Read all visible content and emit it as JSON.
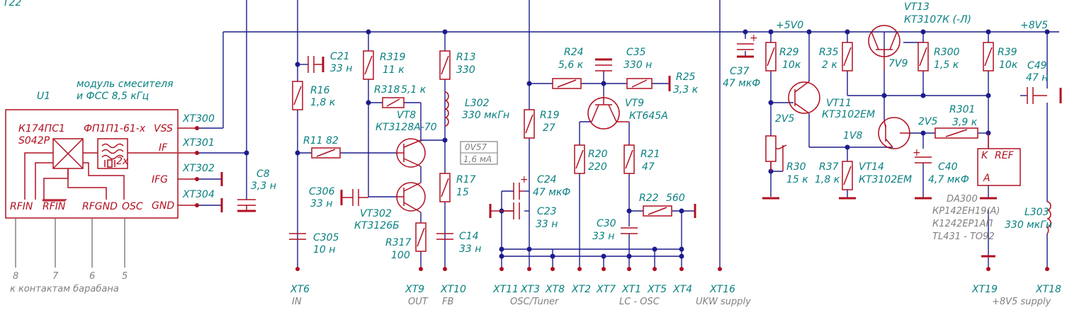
{
  "top_label": "T22",
  "module": {
    "caption_line1": "модуль смесителя",
    "caption_line2": "и ФСС 8,5 кГц",
    "ref": "U1",
    "ic1": "К174ПС1",
    "ic2": "S042P",
    "filter": "ФП1П1-61-х",
    "filter_mult": "2x",
    "pins_right": [
      "VSS",
      "IF",
      "IFG",
      "GND"
    ],
    "pins_bottom": [
      "RFIN",
      "RFIN",
      "RFGND",
      "OSC"
    ],
    "pin_numbers": [
      "8",
      "7",
      "6",
      "5"
    ],
    "drum_label": "к контактам барабана"
  },
  "connectors": [
    {
      "id": "XT300",
      "sub": ""
    },
    {
      "id": "XT301",
      "sub": ""
    },
    {
      "id": "XT302",
      "sub": ""
    },
    {
      "id": "XT304",
      "sub": ""
    },
    {
      "id": "XT6",
      "sub": "IN"
    },
    {
      "id": "XT9",
      "sub": "OUT"
    },
    {
      "id": "XT10",
      "sub": "FB"
    },
    {
      "id": "XT11",
      "sub": ""
    },
    {
      "id": "XT3",
      "sub": ""
    },
    {
      "id": "XT8",
      "sub": ""
    },
    {
      "id": "XT2",
      "sub": ""
    },
    {
      "id": "XT7",
      "sub": ""
    },
    {
      "id": "XT1",
      "sub": ""
    },
    {
      "id": "XT5",
      "sub": ""
    },
    {
      "id": "XT4",
      "sub": ""
    },
    {
      "id": "XT16",
      "sub": "UKW supply"
    },
    {
      "id": "XT19",
      "sub": ""
    },
    {
      "id": "XT18",
      "sub": ""
    }
  ],
  "group_labels": {
    "osc_tuner": "OSC/Tuner",
    "lc_osc": "LC - OSC",
    "supply_85": "+8V5 supply"
  },
  "components": [
    {
      "ref": "C8",
      "value": "3,3 н"
    },
    {
      "ref": "C21",
      "value": "33 н"
    },
    {
      "ref": "R16",
      "value": "1,8 к"
    },
    {
      "ref": "R11",
      "value": "82"
    },
    {
      "ref": "C306",
      "value": "33 н"
    },
    {
      "ref": "C305",
      "value": "10 н"
    },
    {
      "ref": "R319",
      "value": "11 к"
    },
    {
      "ref": "R318",
      "value": "5,1 к"
    },
    {
      "ref": "VT8",
      "value": "КТ3128А-70"
    },
    {
      "ref": "VT302",
      "value": "КТ3126Б"
    },
    {
      "ref": "R317",
      "value": "100"
    },
    {
      "ref": "R13",
      "value": "330"
    },
    {
      "ref": "L302",
      "value": "330 мкГн"
    },
    {
      "ref": "R17",
      "value": "15"
    },
    {
      "ref": "C14",
      "value": "33 н"
    },
    {
      "ref": "R19",
      "value": "27"
    },
    {
      "ref": "C24",
      "value": "47 мкФ"
    },
    {
      "ref": "C23",
      "value": "33 н"
    },
    {
      "ref": "R24",
      "value": "5,6 к"
    },
    {
      "ref": "C35",
      "value": "330 н"
    },
    {
      "ref": "R25",
      "value": "3,3 к"
    },
    {
      "ref": "VT9",
      "value": "КТ645А"
    },
    {
      "ref": "R20",
      "value": "220"
    },
    {
      "ref": "R21",
      "value": "47"
    },
    {
      "ref": "R22",
      "value": "560"
    },
    {
      "ref": "C30",
      "value": "33 н"
    },
    {
      "ref": "C37",
      "value": "47 мкФ"
    },
    {
      "ref": "R29",
      "value": "10к"
    },
    {
      "ref": "R30",
      "value": "15 к"
    },
    {
      "ref": "R35",
      "value": "2 к"
    },
    {
      "ref": "R37",
      "value": "1,8 к"
    },
    {
      "ref": "VT13",
      "value": "КТ3107К (-Л)"
    },
    {
      "ref": "R300",
      "value": "1,5 к"
    },
    {
      "ref": "VT11",
      "value": "КТ3102ЕМ"
    },
    {
      "ref": "VT14",
      "value": "КТ3102ЕМ"
    },
    {
      "ref": "R301",
      "value": "3,9 к"
    },
    {
      "ref": "C40",
      "value": "4,7 мкФ"
    },
    {
      "ref": "R39",
      "value": "10к"
    },
    {
      "ref": "C49",
      "value": "47 н"
    },
    {
      "ref": "L303",
      "value": "330 мкГн"
    }
  ],
  "ic_da300": {
    "ref": "DA300",
    "alt1": "КР142ЕН19(А)",
    "alt2": "К1242ЕР1АП",
    "alt3": "TL431 - TO92",
    "pin_k": "K",
    "pin_ref": "REF",
    "pin_a": "A"
  },
  "rails": {
    "v50": "+5V0",
    "v85": "+8V5"
  },
  "nodes": {
    "n2v5a": "2V5",
    "n1v8": "1V8",
    "n2v5b": "2V5",
    "n7v9": "7V9"
  },
  "measure": {
    "voltage": "0V57",
    "current": "1,6 мА"
  }
}
